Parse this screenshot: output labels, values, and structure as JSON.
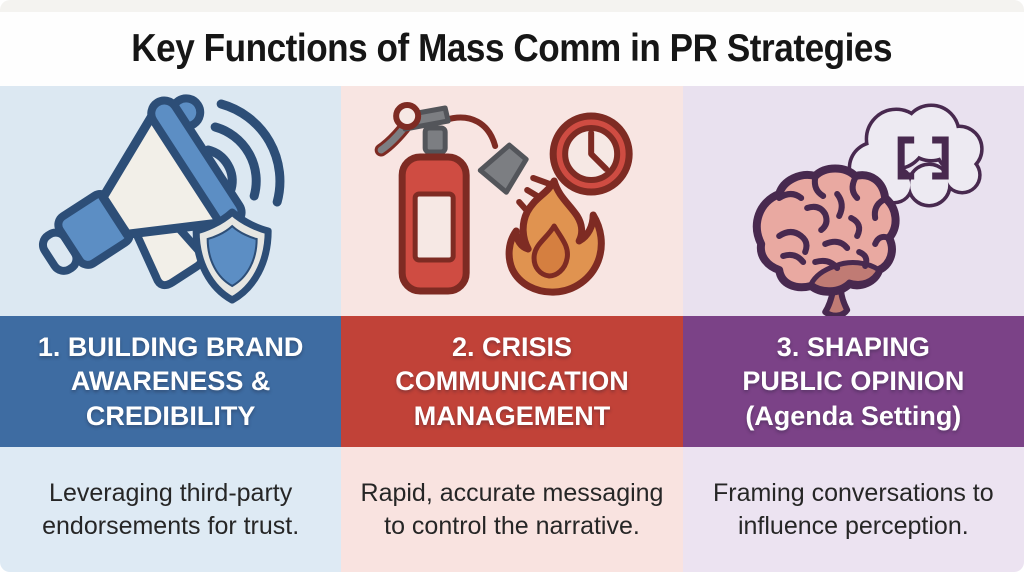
{
  "poster": {
    "title": "Key Functions of Mass Comm in PR Strategies"
  },
  "text": {
    "title_color": "#161616",
    "band_text_color": "#ffffff",
    "desc_color": "#262626"
  },
  "columns": [
    {
      "number": "1",
      "icon": "megaphone-with-sound-waves-and-shield",
      "band_title": "1. BUILDING BRAND\nAWARENESS &\nCREDIBILITY",
      "description": "Leveraging third-party\nendorsements for trust.",
      "band_color": "#3e6ca2",
      "icon_bg": "#dce8f2",
      "desc_bg": "#deeaf4",
      "icon_palette": {
        "outline": "#2d4e77",
        "fill": "#5c8ec4",
        "light": "#f2efe8"
      }
    },
    {
      "number": "2",
      "icon": "fire-extinguisher-flame-and-clock",
      "band_title": "2. CRISIS\nCOMMUNICATION\nMANAGEMENT",
      "description": "Rapid, accurate messaging\nto control the narrative.",
      "band_color": "#c14238",
      "icon_bg": "#f8e5e2",
      "desc_bg": "#f9e3e0",
      "icon_palette": {
        "outline": "#7e2b23",
        "fill": "#cf4c42",
        "accent": "#e09350",
        "gray": "#7c7e82",
        "light": "#f6e8e4"
      }
    },
    {
      "number": "3",
      "icon": "brain-with-thought-bubble",
      "band_title": "3. SHAPING\nPUBLIC OPINION\n(Agenda Setting)",
      "description": "Framing conversations to\ninfluence perception.",
      "band_color": "#7b4287",
      "icon_bg": "#e9e1ef",
      "desc_bg": "#ece3f1",
      "icon_palette": {
        "outline": "#48294f",
        "fill": "#e9a9a1",
        "dark_fill": "#c07b74",
        "light": "#edeaf2"
      }
    }
  ]
}
